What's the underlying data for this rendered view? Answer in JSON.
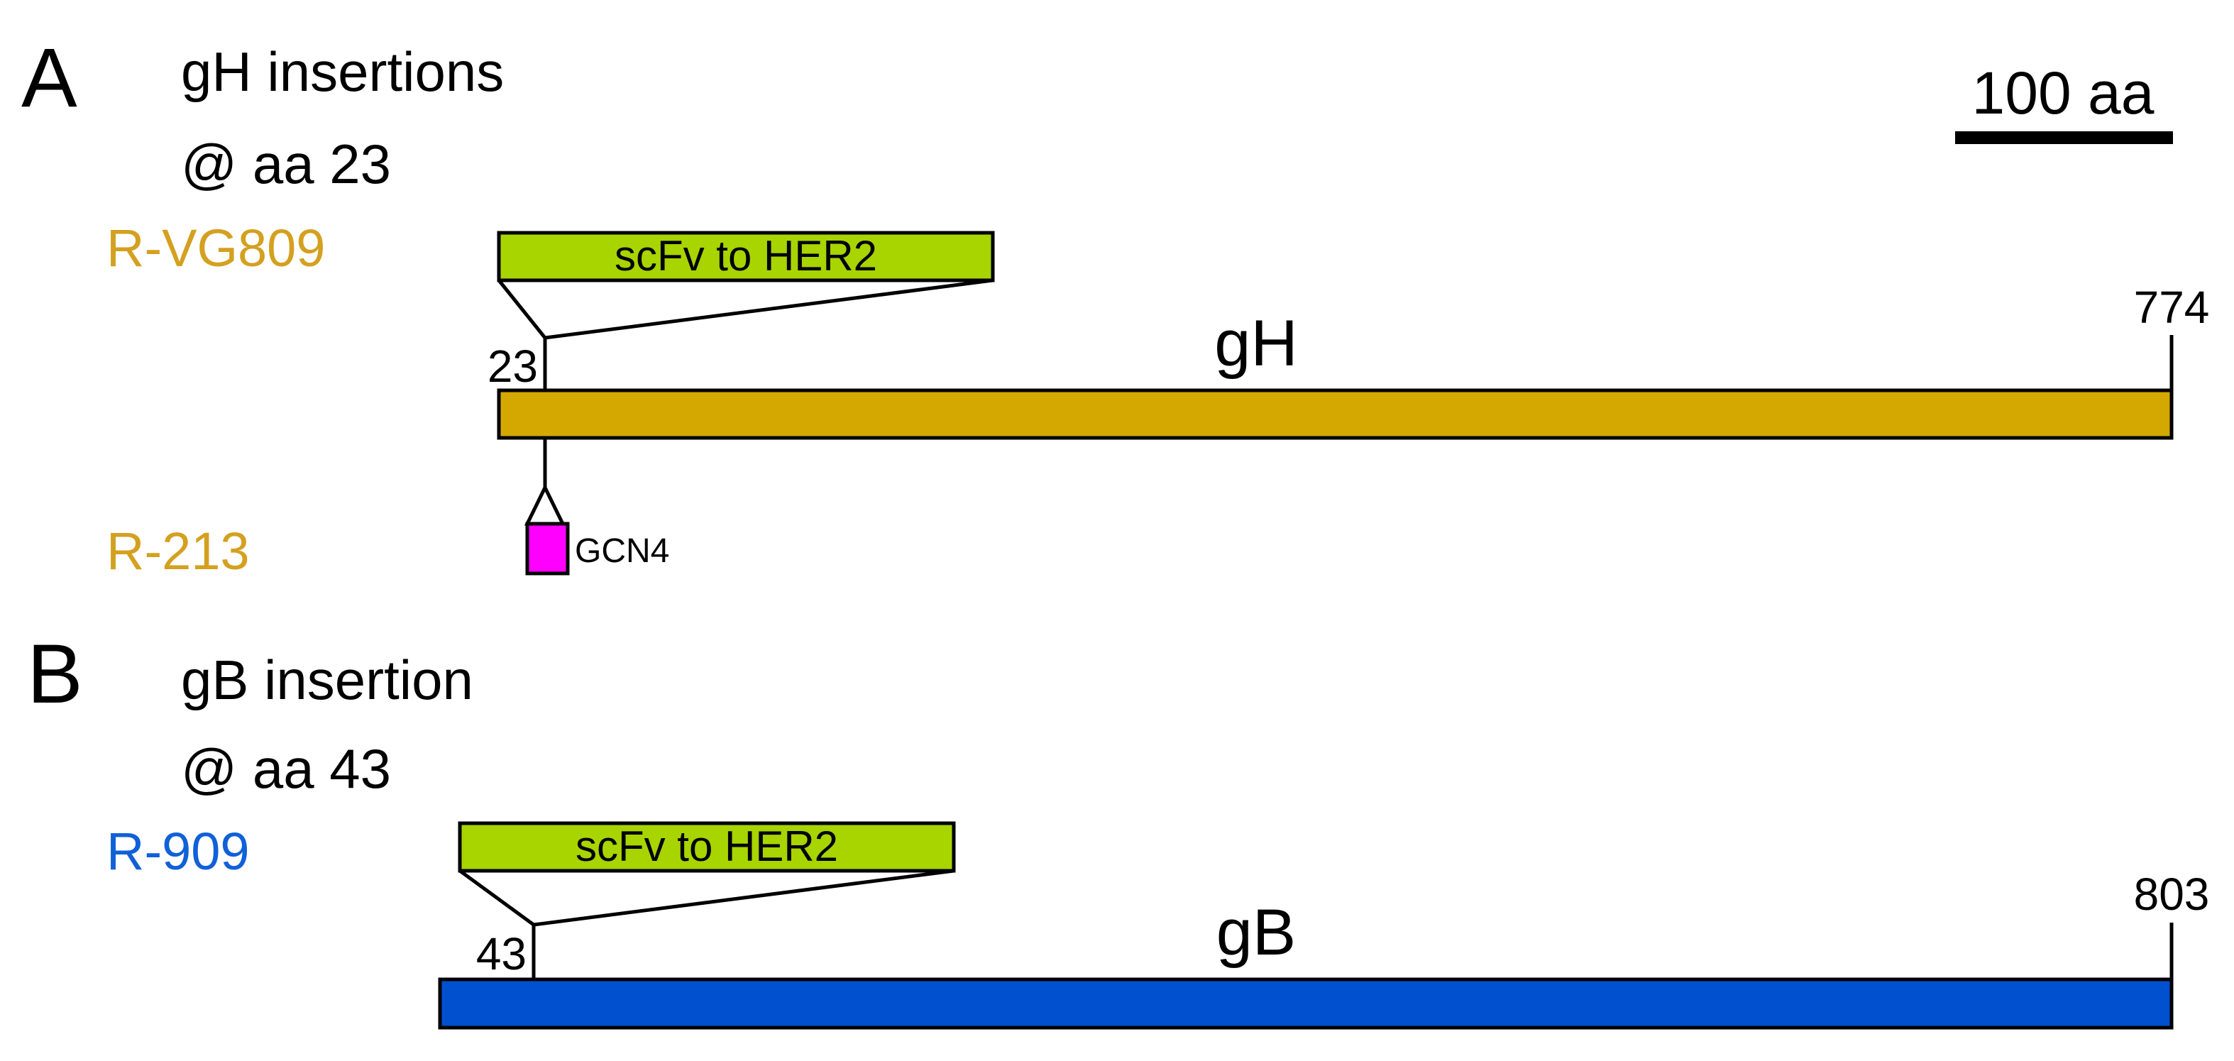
{
  "panel_a": {
    "letter": "A",
    "heading_line1": "gH insertions",
    "heading_line2": "@ aa 23",
    "construct_top": "R-VG809",
    "construct_bottom": "R-213",
    "insert_label": "scFv to HER2",
    "insert_site_label": "23",
    "protein_label": "gH",
    "end_label": "774",
    "small_insert_label": "GCN4",
    "colors": {
      "protein": "#D4A800",
      "insert": "#A8D400",
      "small_insert": "#FF00FF",
      "construct_text": "#D4A020"
    }
  },
  "panel_b": {
    "letter": "B",
    "heading_line1": "gB insertion",
    "heading_line2": "@ aa 43",
    "construct": "R-909",
    "insert_label": "scFv to HER2",
    "insert_site_label": "43",
    "protein_label": "gB",
    "end_label": "803",
    "colors": {
      "protein": "#0050D0",
      "insert": "#A8D400",
      "construct_text": "#1060D8"
    }
  },
  "scale_bar": {
    "label": "100 aa"
  }
}
